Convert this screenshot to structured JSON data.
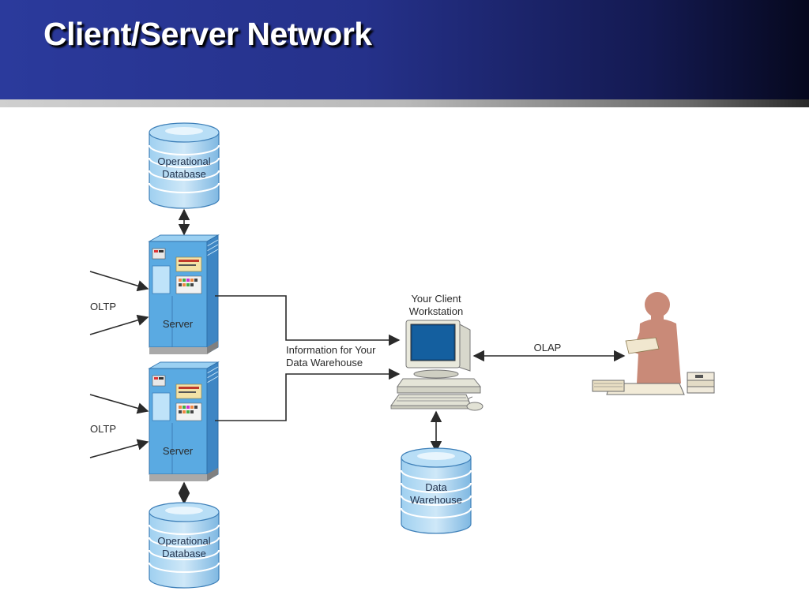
{
  "slide": {
    "title": "Client/Server Network"
  },
  "labels": {
    "db_top_line1": "Operational",
    "db_top_line2": "Database",
    "db_bottom_line1": "Operational",
    "db_bottom_line2": "Database",
    "server_top": "Server",
    "server_bottom": "Server",
    "oltp_top": "OLTP",
    "oltp_bottom": "OLTP",
    "info_line1": "Information for Your",
    "info_line2": "Data Warehouse",
    "client_line1": "Your Client",
    "client_line2": "Workstation",
    "olap": "OLAP",
    "dw_line1": "Data",
    "dw_line2": "Warehouse"
  },
  "colors": {
    "header_blue": "#2b3a9c",
    "db_blue": "#8ec7ec",
    "server_blue": "#58a9e0",
    "person": "#c98a78",
    "arrow": "#2a2a2a"
  },
  "icons": [
    "database-icon",
    "server-icon",
    "computer-icon",
    "person-icon"
  ]
}
